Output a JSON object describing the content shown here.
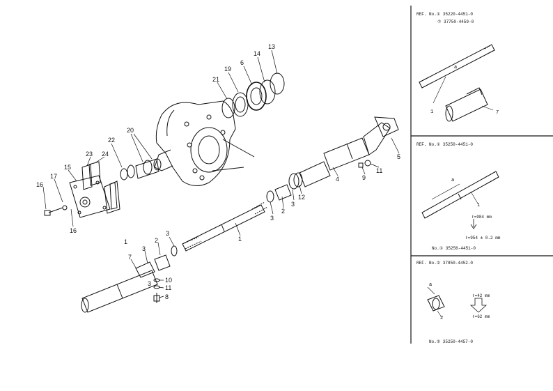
{
  "callouts_main": {
    "c1a": "1",
    "c1b": "1",
    "c2a": "2",
    "c2b": "2",
    "c3a": "3",
    "c3b": "3",
    "c3c": "3",
    "c3d": "3",
    "c3e": "3",
    "c4": "4",
    "c5": "5",
    "c6": "6",
    "c7": "7",
    "c8": "8",
    "c9": "9",
    "c10": "10",
    "c11a": "11",
    "c11b": "11",
    "c12": "12",
    "c13": "13",
    "c14": "14",
    "c15": "15",
    "c16a": "16",
    "c16b": "16",
    "c17": "17",
    "c19": "19",
    "c20": "20",
    "c21": "21",
    "c22": "22",
    "c23": "23",
    "c24": "24"
  },
  "ref_top": {
    "line1": "REF. No.① 35220-4451-0",
    "line2": "⑦ 37750-4459-0",
    "label_a": "a",
    "label_1": "1",
    "label_7": "7"
  },
  "ref_mid": {
    "line1": "REF. No.① 35250-4451-0",
    "label_a": "a",
    "label_1": "1",
    "dim1": "ℓ=984 mm",
    "dim2": "ℓ=954 ± 0.2 mm",
    "footer": "No.① 35256-4451-0"
  },
  "ref_bot": {
    "line1": "REF. No.② 37850-4452-0",
    "label_a": "a",
    "label_2": "2",
    "dim1": "ℓ=42 mm",
    "dim2": "ℓ=62 mm",
    "footer": "No.② 35250-4457-0"
  }
}
